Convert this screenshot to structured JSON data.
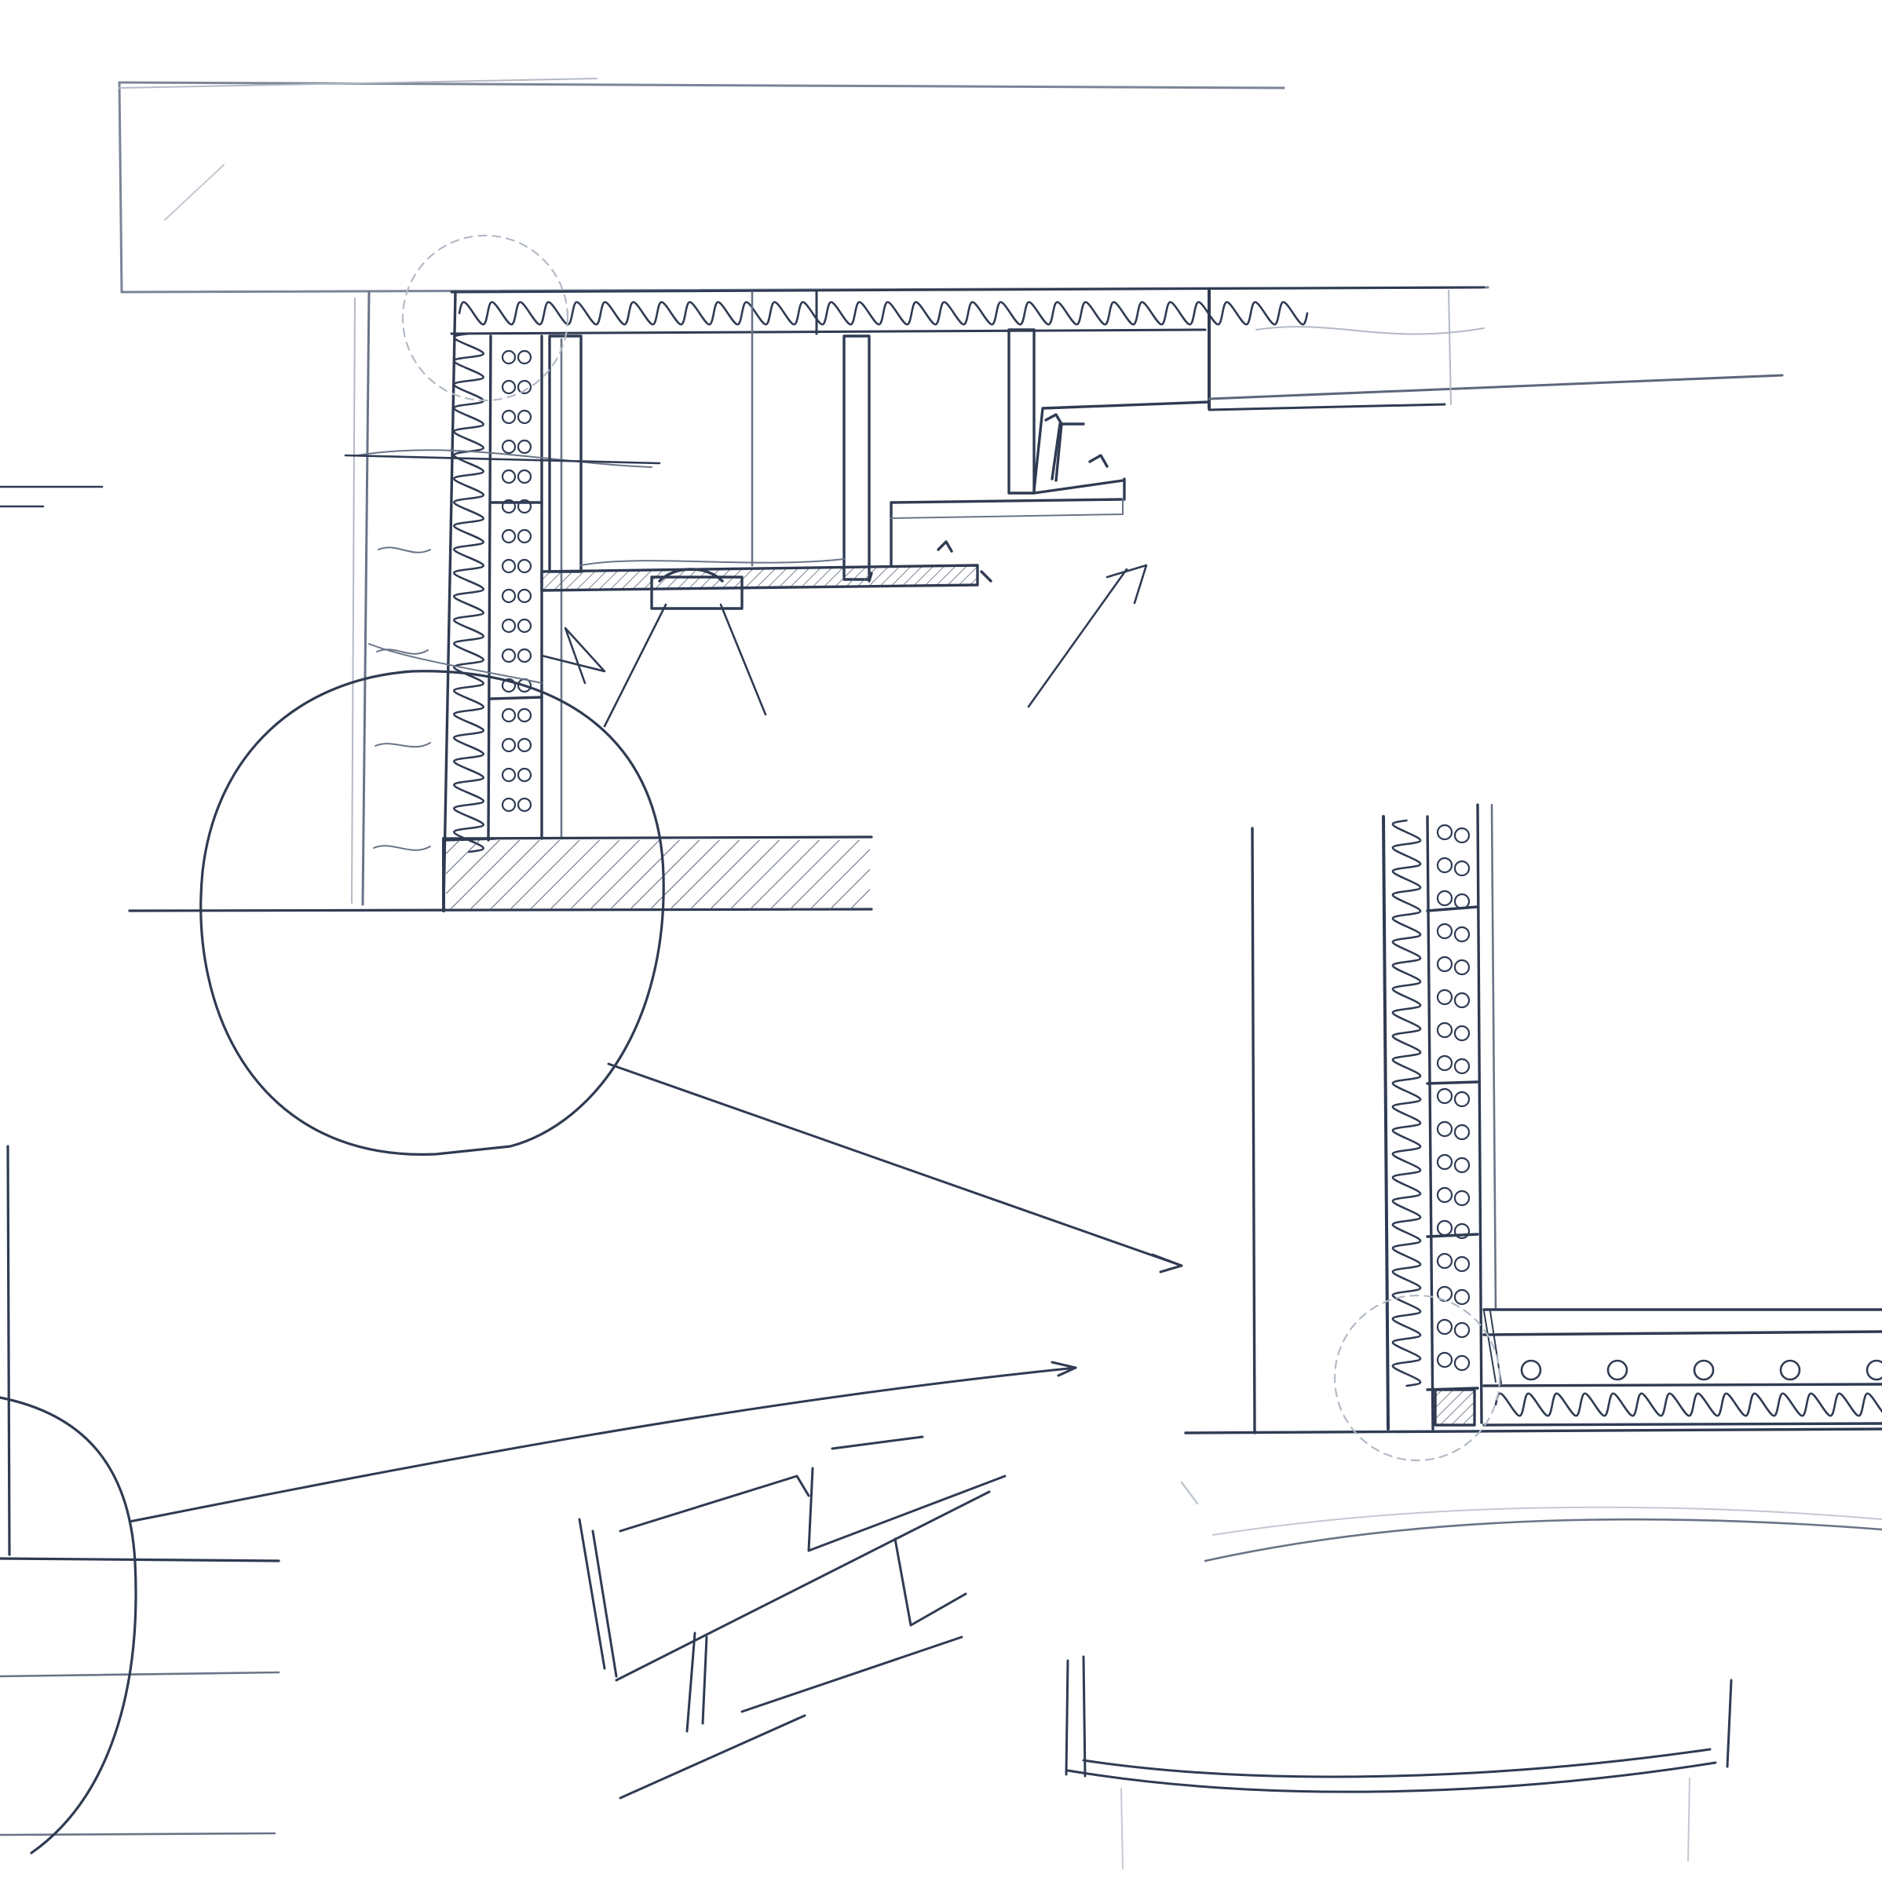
{
  "sheet": {
    "kind": "hand-drawn construction detail sketch",
    "medium": "pencil on white paper"
  },
  "colors": {
    "paper": "#ffffff",
    "ink": "#2f3b52",
    "ink_light": "#8d96a6",
    "ink_faint": "#c3c9d2"
  },
  "details": [
    {
      "id": "wall-and-slab-section",
      "note": "wall with insulation and block layers, roof slab, stepped soffit"
    },
    {
      "id": "base-junction-enlargement",
      "note": "enlarged wall-to-floor junction"
    },
    {
      "id": "lower-left-detail",
      "note": "partial circle with leader arrow"
    },
    {
      "id": "bracket-sketch",
      "note": "small perspective sketch of bracket pieces"
    },
    {
      "id": "tray-sketch",
      "note": "shallow tray outline"
    }
  ]
}
